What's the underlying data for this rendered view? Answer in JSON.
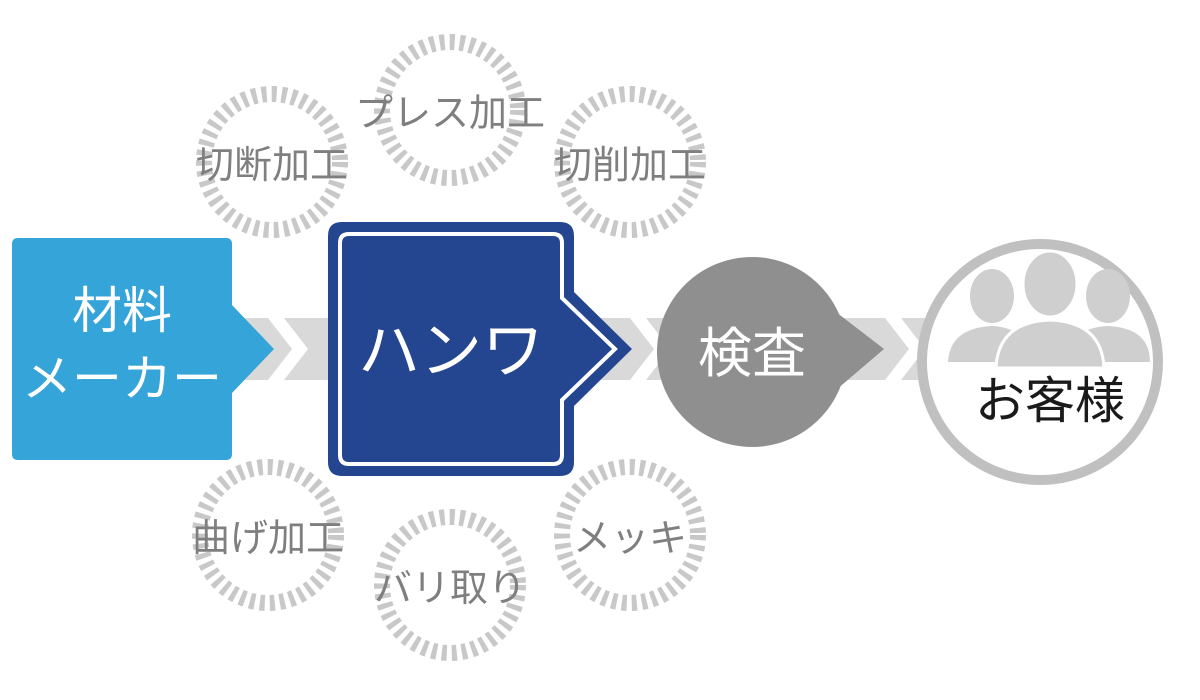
{
  "diagram": {
    "processes_top": [
      "プレス加工",
      "切断加工",
      "切削加工"
    ],
    "processes_bottom": [
      "曲げ加工",
      "バリ取り",
      "メッキ"
    ],
    "supplier": {
      "line1": "材料",
      "line2": "メーカー",
      "color": "#35a4d8"
    },
    "company": {
      "label": "ハンワ",
      "color": "#24458f"
    },
    "inspection": {
      "label": "検査",
      "color": "#8f8f8f"
    },
    "customer": {
      "label": "お客様",
      "icon": "customers-icon"
    },
    "flow_color": "#d9d9d9",
    "ring_color": "#c8c8c8"
  }
}
